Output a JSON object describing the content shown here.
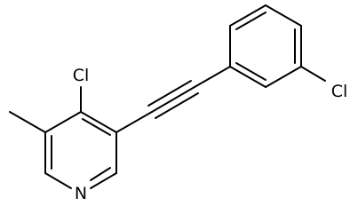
{
  "molecule": {
    "atoms": {
      "cl_pyridine": "Cl",
      "cl_phenyl": "Cl",
      "nitrogen": "N"
    }
  }
}
